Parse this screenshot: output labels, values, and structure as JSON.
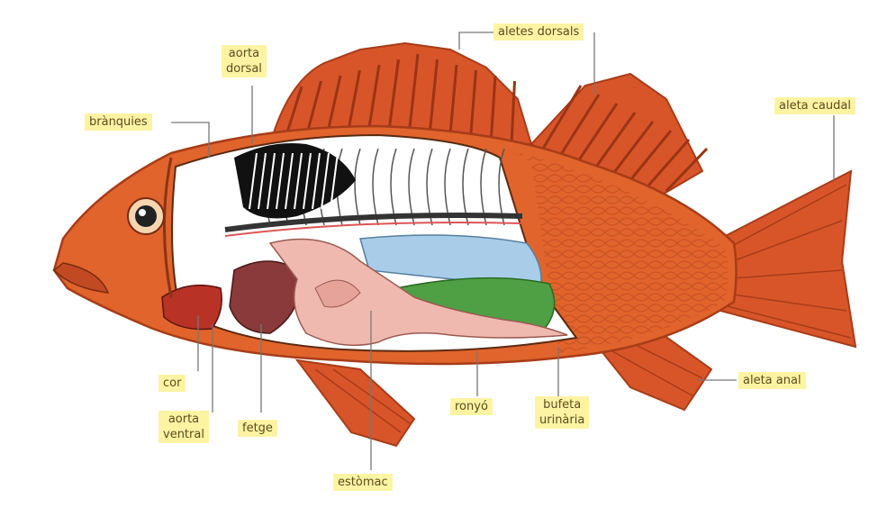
{
  "diagram": {
    "labels": {
      "aletes_dorsals": "aletes dorsals",
      "aorta_dorsal": "aorta\ndorsal",
      "branquies": "brànquies",
      "aleta_caudal": "aleta caudal",
      "cor": "cor",
      "aorta_ventral": "aorta\nventral",
      "fetge": "fetge",
      "estomac": "estòmac",
      "ronyo": "ronyó",
      "bufeta_urinaria": "bufeta\nurinària",
      "aleta_anal": "aleta anal"
    },
    "colors": {
      "body": "#e0642c",
      "fin": "#cf4f22",
      "cavity": "#ffffff",
      "gill_black": "#111111",
      "intestine": "#f0b9b0",
      "liver": "#8a3a3a",
      "heart": "#b83226",
      "swim_bladder": "#a9cde8",
      "bladder_green": "#4fa044",
      "label_bg": "#fdf4a3"
    }
  }
}
